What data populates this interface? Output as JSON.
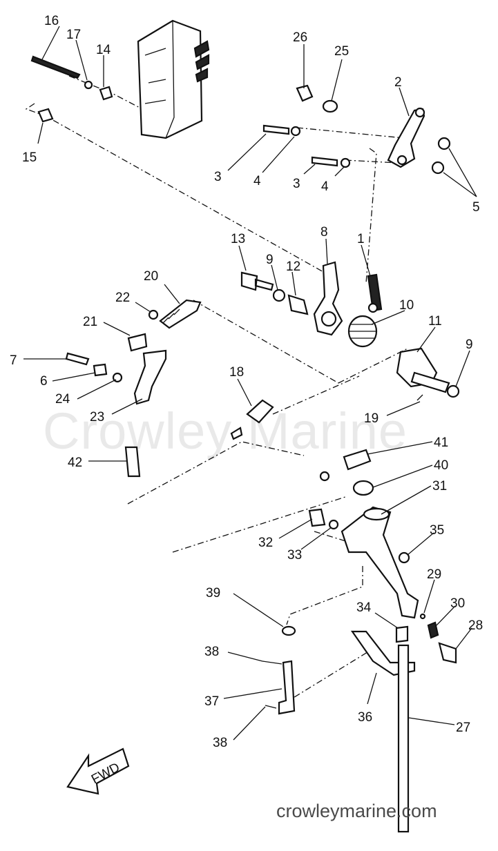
{
  "watermark": "Crowley Marine",
  "footer_url": "crowleymarine.com",
  "fwd_label": "FWD",
  "labels": {
    "p1": "1",
    "p2": "2",
    "p3a": "3",
    "p3b": "3",
    "p4a": "4",
    "p4b": "4",
    "p5": "5",
    "p6": "6",
    "p7": "7",
    "p8": "8",
    "p9a": "9",
    "p9b": "9",
    "p10": "10",
    "p11": "11",
    "p12": "12",
    "p13": "13",
    "p14": "14",
    "p15": "15",
    "p16": "16",
    "p17": "17",
    "p18": "18",
    "p19": "19",
    "p20": "20",
    "p21": "21",
    "p22": "22",
    "p23": "23",
    "p24": "24",
    "p25": "25",
    "p26": "26",
    "p27": "27",
    "p28": "28",
    "p29": "29",
    "p30": "30",
    "p31": "31",
    "p32": "32",
    "p33": "33",
    "p34": "34",
    "p35": "35",
    "p36": "36",
    "p37": "37",
    "p38a": "38",
    "p38b": "38",
    "p39": "39",
    "p40": "40",
    "p41": "41",
    "p42": "42"
  }
}
